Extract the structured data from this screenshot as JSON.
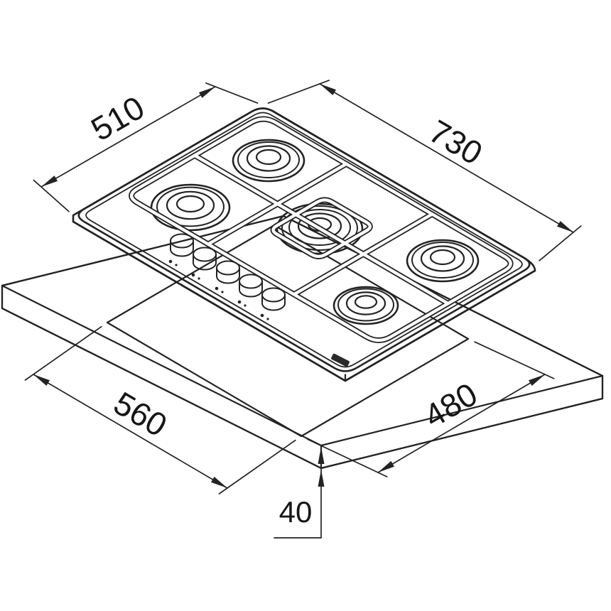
{
  "drawing": {
    "product": "5-burner gas hob installation diagram",
    "dimensions": {
      "hob_width": "510",
      "hob_depth": "730",
      "cutout_width": "560",
      "cutout_depth": "480",
      "worktop_thickness": "40"
    },
    "style": {
      "line_color": "#232323",
      "background": "#ffffff"
    }
  }
}
